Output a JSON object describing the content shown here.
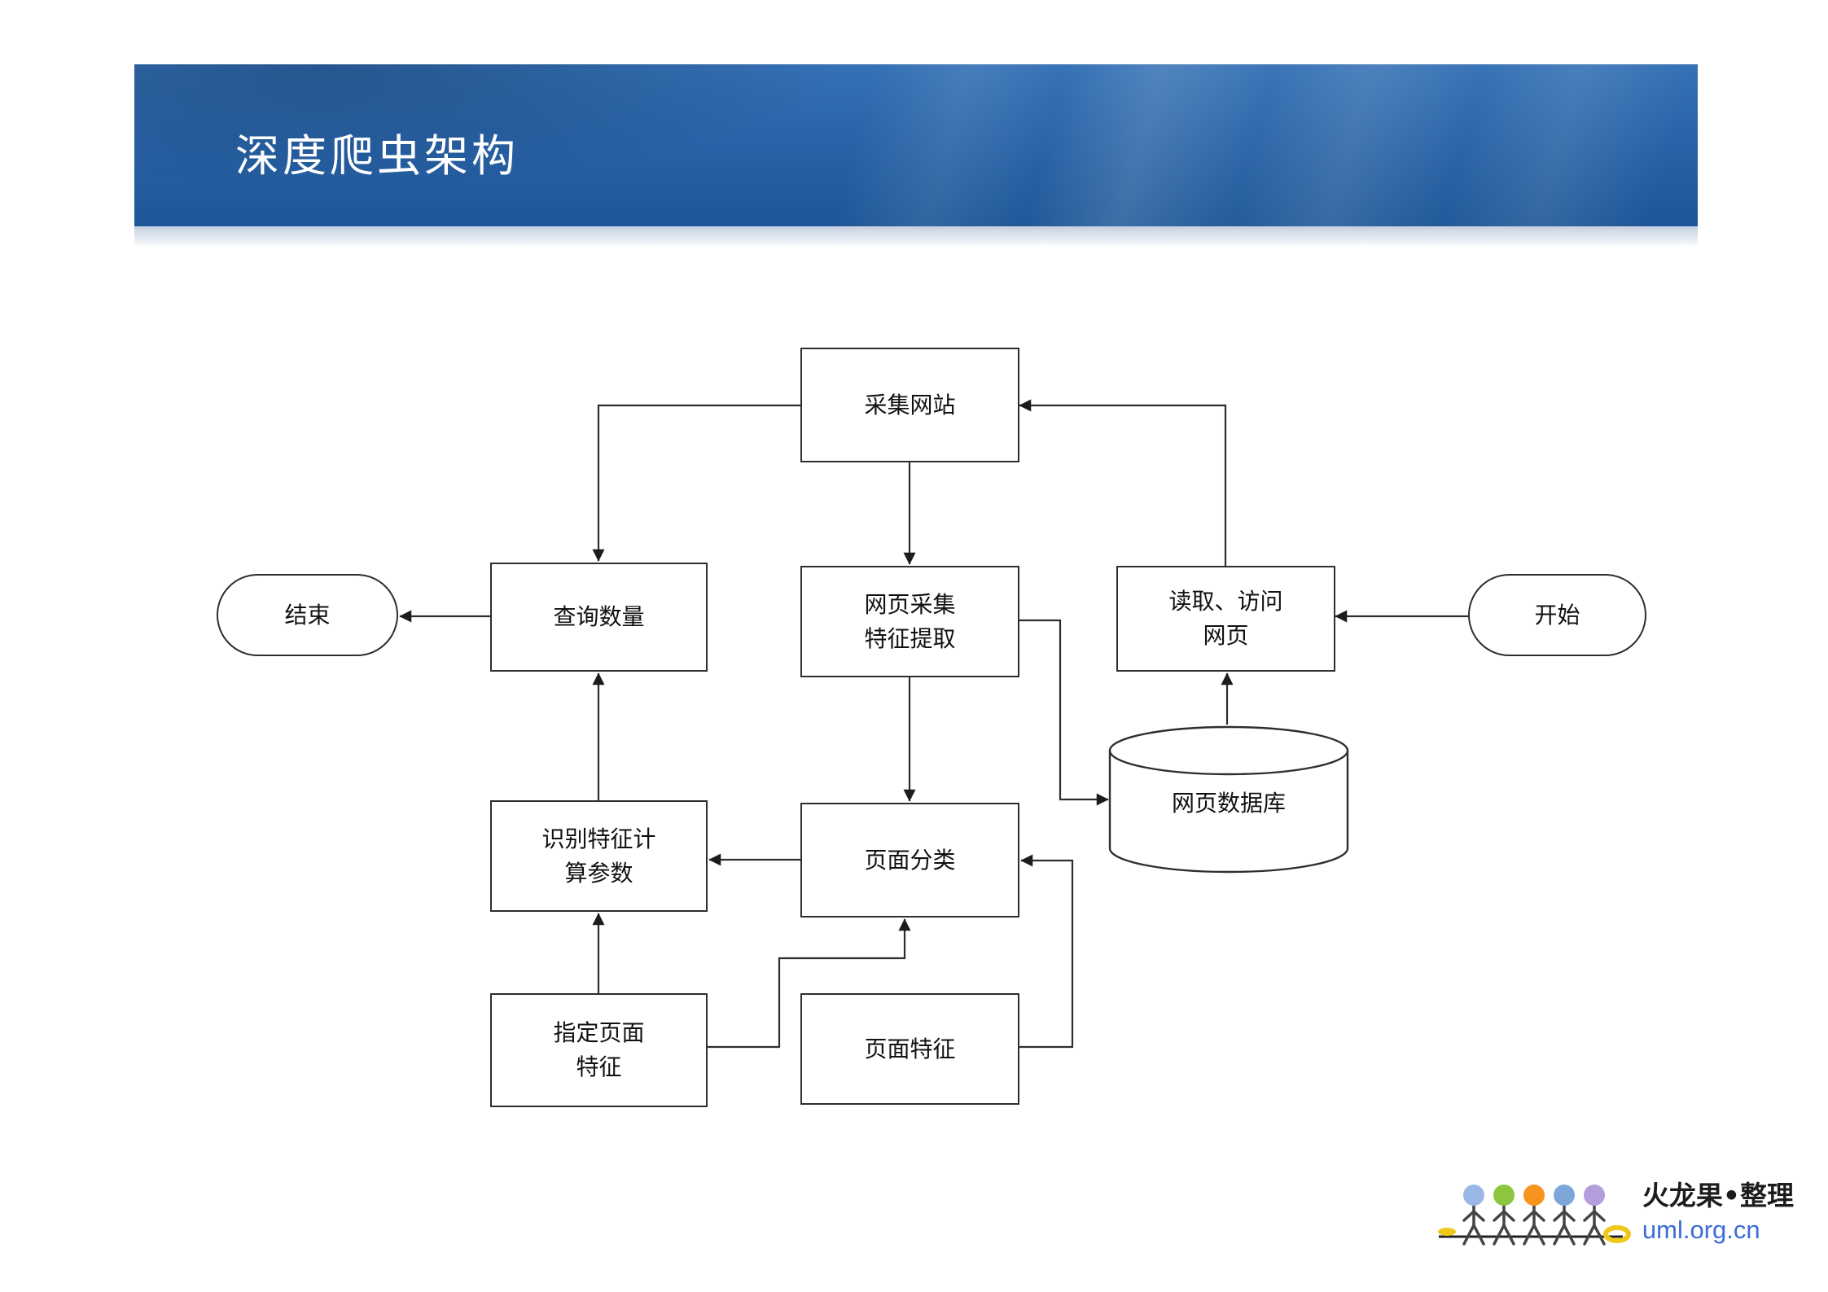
{
  "slide": {
    "title": "深度爬虫架构"
  },
  "diagram": {
    "nodes": {
      "collect_site": {
        "label": "采集网站"
      },
      "query_count": {
        "label": "查询数量"
      },
      "feature_extract": {
        "line1": "网页采集",
        "line2": "特征提取"
      },
      "read_visit": {
        "line1": "读取、访问",
        "line2": "网页"
      },
      "db": {
        "label": "网页数据库"
      },
      "page_classify": {
        "label": "页面分类"
      },
      "recognize_params": {
        "line1": "识别特征计",
        "line2": "算参数"
      },
      "specify_features": {
        "line1": "指定页面",
        "line2": "特征"
      },
      "page_features": {
        "label": "页面特征"
      },
      "start": {
        "label": "开始"
      },
      "end": {
        "label": "结束"
      }
    },
    "edges": [
      {
        "from": "start",
        "to": "read_visit"
      },
      {
        "from": "db",
        "to": "read_visit"
      },
      {
        "from": "read_visit",
        "to": "collect_site"
      },
      {
        "from": "collect_site",
        "to": "feature_extract"
      },
      {
        "from": "collect_site",
        "to": "query_count"
      },
      {
        "from": "feature_extract",
        "to": "page_classify"
      },
      {
        "from": "feature_extract",
        "to": "db"
      },
      {
        "from": "page_classify",
        "to": "recognize_params"
      },
      {
        "from": "recognize_params",
        "to": "query_count"
      },
      {
        "from": "query_count",
        "to": "end"
      },
      {
        "from": "specify_features",
        "to": "recognize_params"
      },
      {
        "from": "specify_features",
        "to": "page_classify"
      },
      {
        "from": "page_features",
        "to": "page_classify"
      }
    ]
  },
  "footer": {
    "brand": "火龙果•整理",
    "site": "uml.org.cn"
  },
  "colors": {
    "banner_blue": "#2a64a8",
    "site_link_blue": "#3a6bd8",
    "logo_heads": [
      "#9bb7e8",
      "#8cc63f",
      "#f7941d",
      "#7da7d9",
      "#b39ddb"
    ],
    "logo_fruit": "#f0c81a"
  }
}
